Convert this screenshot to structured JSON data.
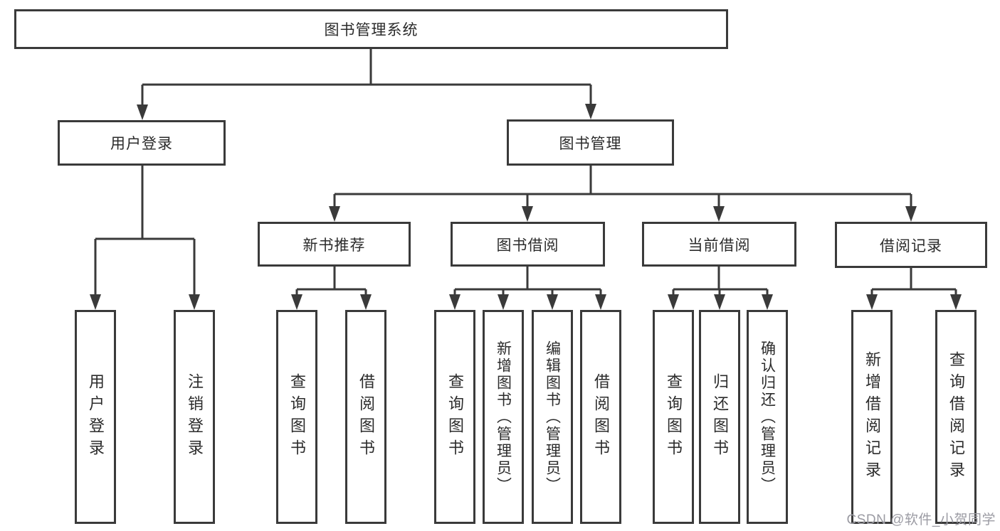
{
  "tree": {
    "label": "图书管理系统",
    "children": [
      {
        "label": "用户登录",
        "children": [
          {
            "label": "用户登录"
          },
          {
            "label": "注销登录"
          }
        ]
      },
      {
        "label": "图书管理",
        "children": [
          {
            "label": "新书推荐",
            "children": [
              {
                "label": "查询图书"
              },
              {
                "label": "借阅图书"
              }
            ]
          },
          {
            "label": "图书借阅",
            "children": [
              {
                "label": "查询图书"
              },
              {
                "label": "新增图书（管理员）"
              },
              {
                "label": "编辑图书（管理员）"
              },
              {
                "label": "借阅图书"
              }
            ]
          },
          {
            "label": "当前借阅",
            "children": [
              {
                "label": "查询图书"
              },
              {
                "label": "归还图书"
              },
              {
                "label": "确认归还（管理员）"
              }
            ]
          },
          {
            "label": "借阅记录",
            "children": [
              {
                "label": "新增借阅记录"
              },
              {
                "label": "查询借阅记录"
              }
            ]
          }
        ]
      }
    ]
  },
  "watermark": "CSDN @软件_小贺同学",
  "colors": {
    "line": "#3a3a3a",
    "border": "#3a3a3a",
    "text": "#2b2b2b",
    "background": "#ffffff",
    "watermark": "#9b9ba3"
  }
}
